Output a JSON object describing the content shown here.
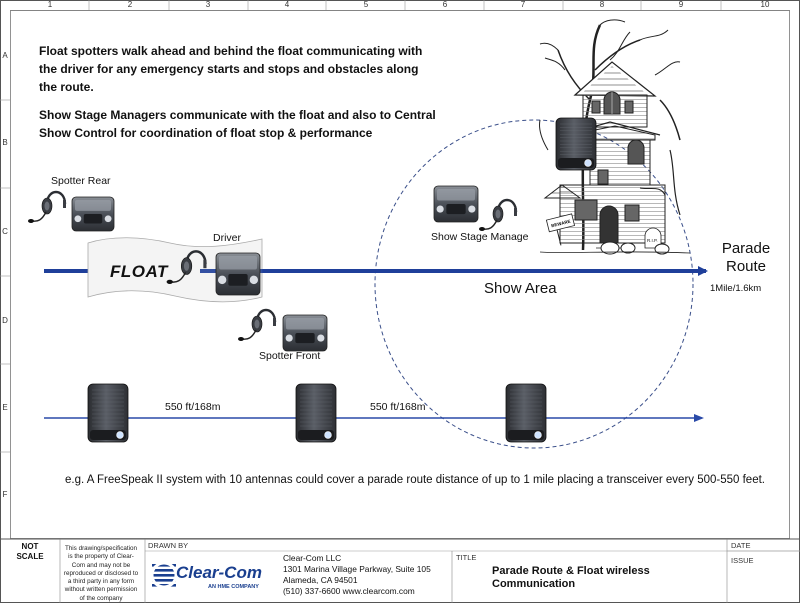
{
  "grid": {
    "columns": [
      "1",
      "2",
      "3",
      "4",
      "5",
      "6",
      "7",
      "8",
      "9",
      "10"
    ],
    "rows": [
      "A",
      "B",
      "C",
      "D",
      "E",
      "F"
    ]
  },
  "notes": {
    "spotters": "Float spotters walk ahead and behind the float communicating with the driver for any emergency starts and stops and obstacles along the route.",
    "managers": "Show Stage Managers communicate with the float and also to Central Show Control for coordination of float stop & performance"
  },
  "labels": {
    "spotter_rear": "Spotter Rear",
    "driver": "Driver",
    "float": "FLOAT",
    "spotter_front": "Spotter Front",
    "stage_manager": "Show Stage Manage",
    "show_area": "Show Area",
    "parade_route_line1": "Parade",
    "parade_route_line2": "Route",
    "route_distance": "1Mile/1.6km",
    "span1": "550 ft/168m",
    "span2": "550 ft/168m",
    "house_sign": "BEWARE",
    "tombstone": "R.I.P."
  },
  "caption": "e.g. A FreeSpeak II system with 10 antennas could cover a parade route distance of up to 1 mile placing a transceiver every 500-550 feet.",
  "title_block": {
    "not_scale_1": "NOT",
    "not_scale_2": "SCALE",
    "disclaimer": "This drawing/specification is the property of Clear-Com and may not be reproduced or disclosed to a third party in any form without written permission of the company",
    "drawn_by": "DRAWN BY",
    "logo": "Clear-Com",
    "logo_sub": "AN HME COMPANY",
    "company": "Clear-Com LLC",
    "street": "1301 Marina Village Parkway, Suite 105",
    "city": "Alameda, CA  94501",
    "phone_web": "(510) 337-6600      www.clearcom.com",
    "title_label": "TITLE",
    "title_line1": "Parade Route & Float wireless",
    "title_line2": "Communication",
    "date_label": "DATE",
    "issue_label": "ISSUE"
  },
  "colors": {
    "route_arrow": "#1f3f9a",
    "antenna_line": "#2a4aa8",
    "show_area_circle": "#3a4f8a",
    "frame": "#555555",
    "logo_blue": "#1a3f8f"
  }
}
